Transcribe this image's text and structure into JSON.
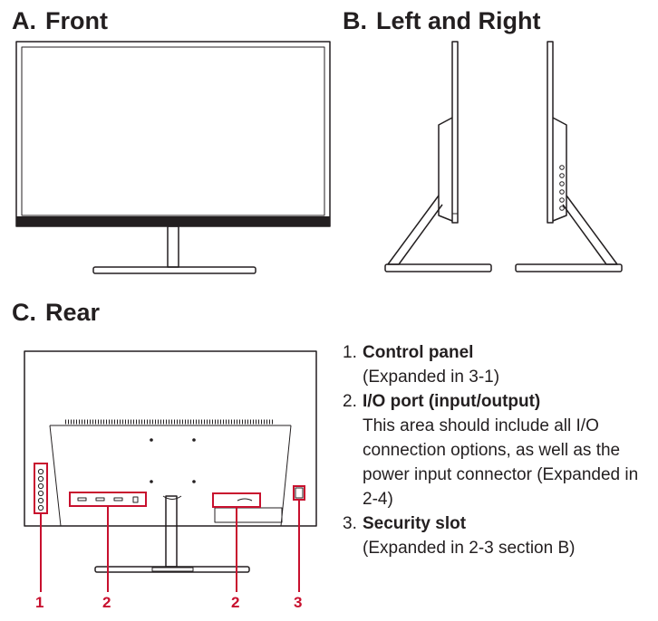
{
  "sections": {
    "front": {
      "letter": "A.",
      "title": "Front"
    },
    "sides": {
      "letter": "B.",
      "title": "Left and Right"
    },
    "rear": {
      "letter": "C.",
      "title": "Rear"
    }
  },
  "legend": [
    {
      "num": "1.",
      "title": "Control panel",
      "desc": "(Expanded in 3-1)"
    },
    {
      "num": "2.",
      "title": "I/O port (input/output)",
      "desc": "This area should include all I/O connection options, as well as the power input connector (Expanded in 2-4)"
    },
    {
      "num": "3.",
      "title": "Security slot",
      "desc": "(Expanded in 2-3 section B)"
    }
  ],
  "callouts": [
    "1",
    "2",
    "2",
    "3"
  ],
  "colors": {
    "line": "#231f20",
    "highlight": "#c8102e"
  }
}
